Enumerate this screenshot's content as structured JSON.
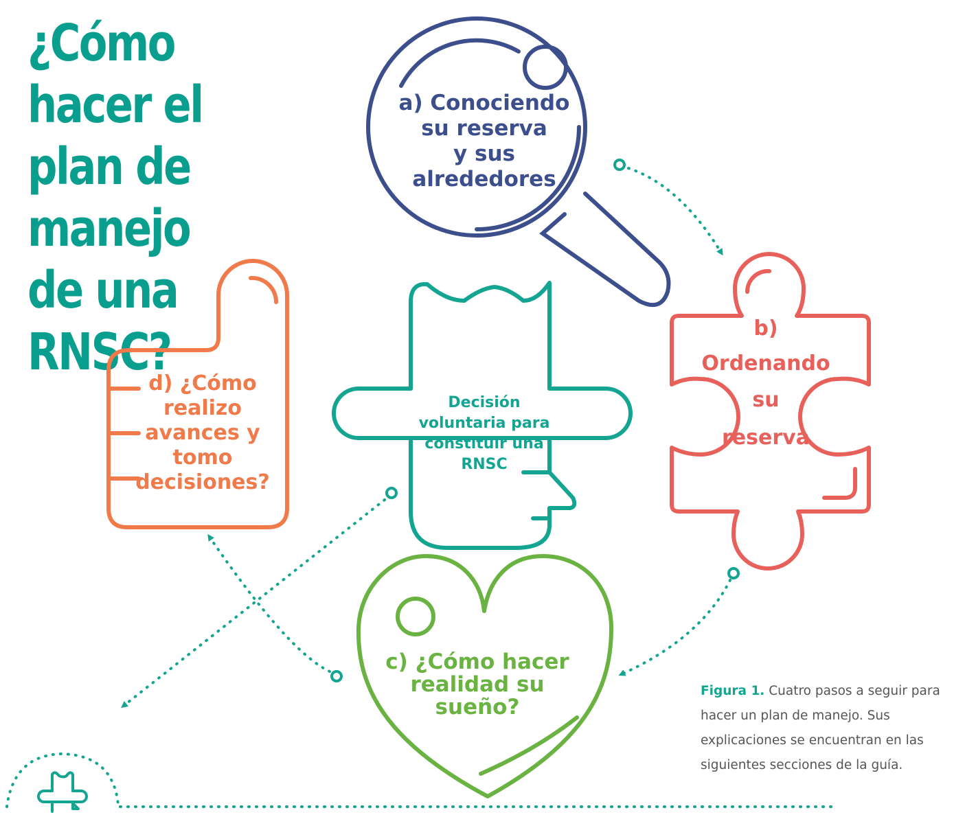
{
  "title": {
    "lines": [
      "¿Cómo hacer el",
      "plan de manejo",
      "de una RNSC?"
    ]
  },
  "steps": {
    "a": {
      "lines": [
        "a) Conociendo",
        "su reserva",
        "y sus",
        "alrededores"
      ],
      "icon": "magnifying-glass-icon",
      "color": "#3d4e8c"
    },
    "b": {
      "lines": [
        "b)",
        "Ordenando",
        "su",
        "reserva"
      ],
      "icon": "puzzle-piece-icon",
      "color": "#e8605a"
    },
    "c": {
      "lines": [
        "c) ¿Cómo hacer",
        "realidad su",
        "sueño?"
      ],
      "icon": "heart-icon",
      "color": "#6ab342"
    },
    "d": {
      "lines": [
        "d) ¿Cómo",
        "realizo",
        "avances y",
        "tomo",
        "decisiones?"
      ],
      "icon": "thumbs-up-icon",
      "color": "#f07a4a"
    }
  },
  "center": {
    "lines": [
      "Decisión",
      "voluntaria para",
      "constituir una",
      "RNSC"
    ],
    "icon": "person-with-hat-icon",
    "color": "#14a592"
  },
  "caption": {
    "label": "Figura 1.",
    "text": "Cuatro pasos a seguir para hacer un plan de manejo. Sus explicaciones se encuentran en las siguientes secciones de la guía."
  },
  "colors": {
    "title": "#0a9e8f",
    "connector": "#14a592"
  }
}
